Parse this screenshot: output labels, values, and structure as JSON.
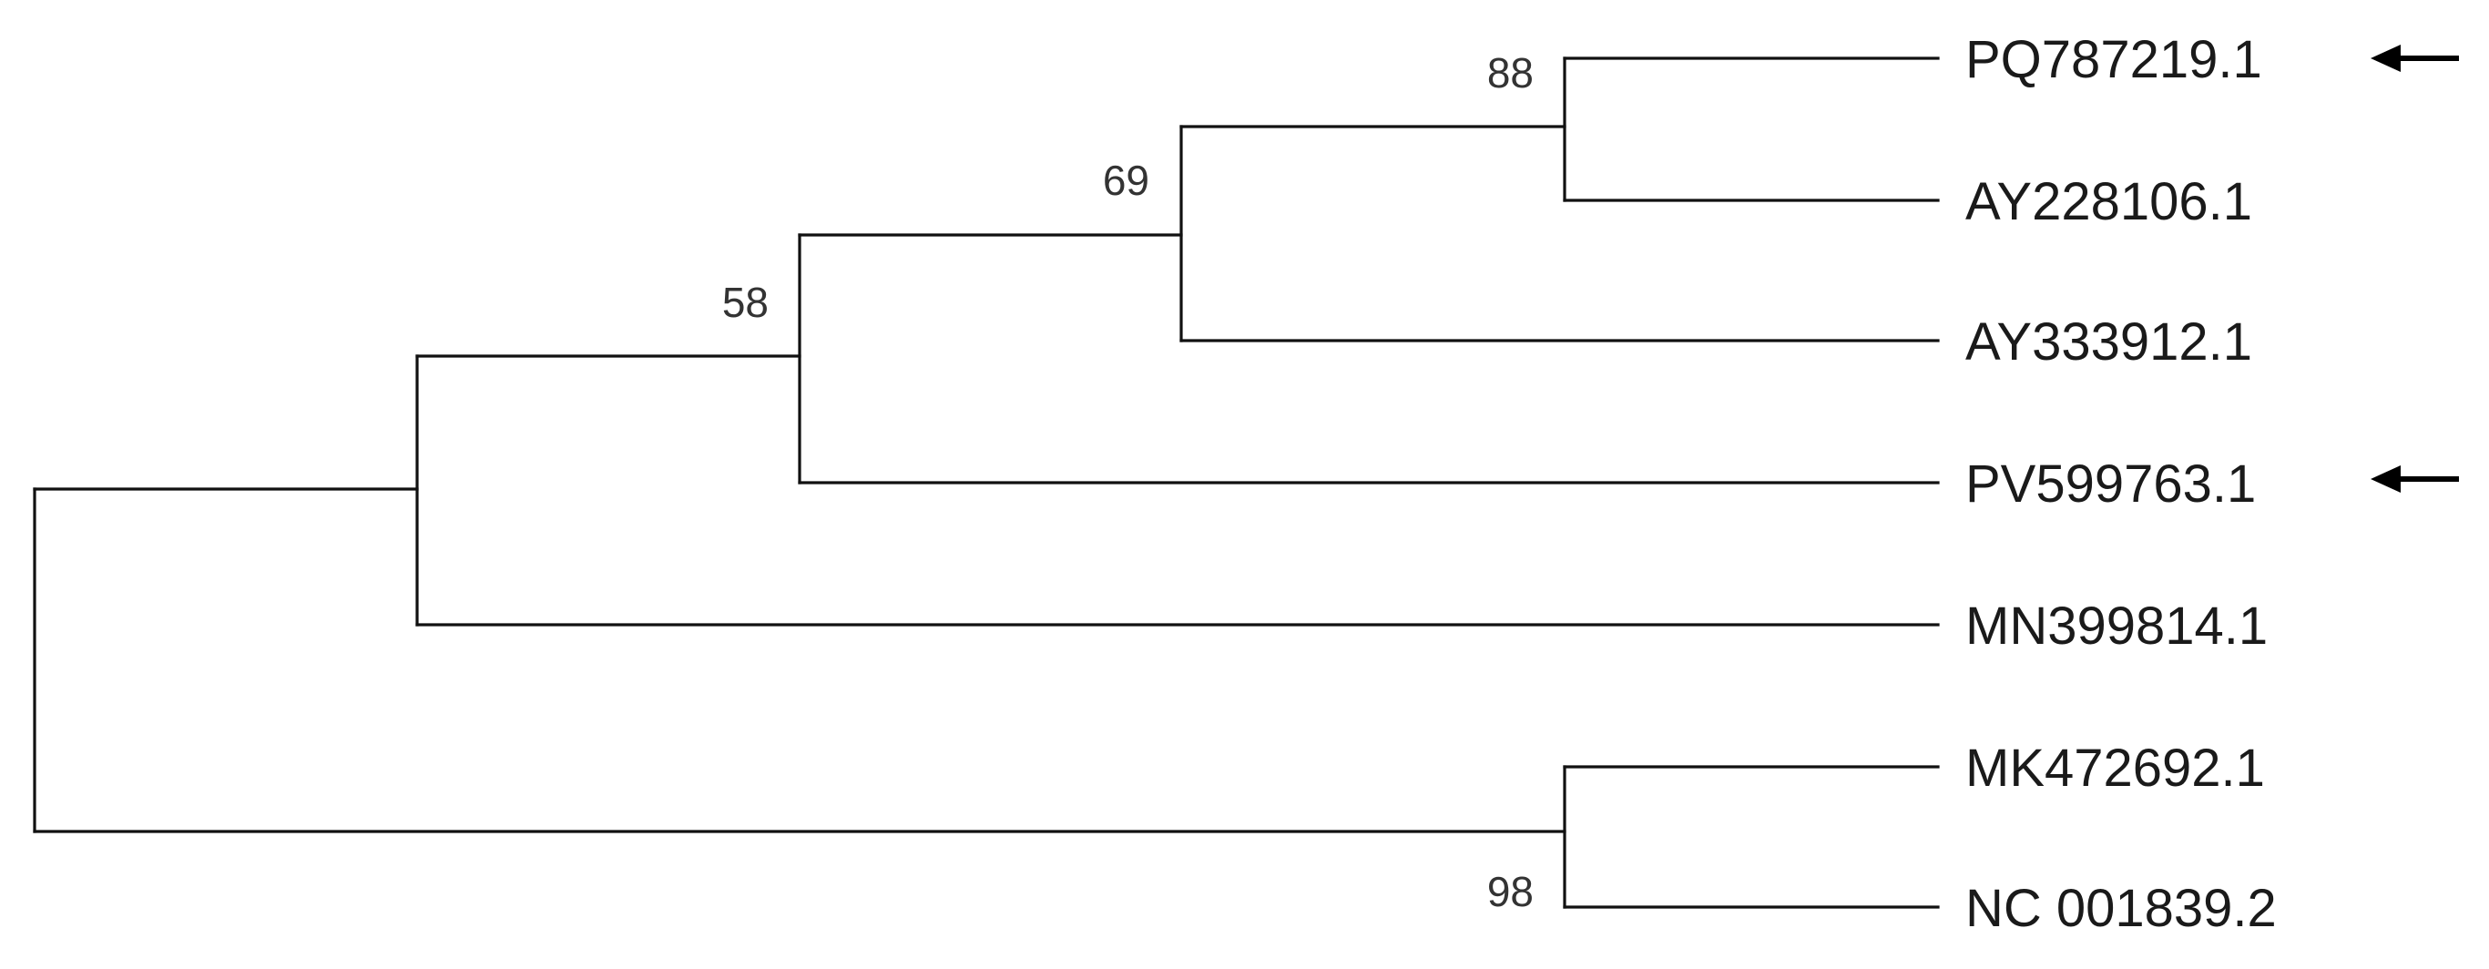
{
  "tree": {
    "taxa": [
      {
        "label": "PQ787219.1",
        "marked": true
      },
      {
        "label": "AY228106.1",
        "marked": false
      },
      {
        "label": "AY333912.1",
        "marked": false
      },
      {
        "label": "PV599763.1",
        "marked": true
      },
      {
        "label": "MN399814.1",
        "marked": false
      },
      {
        "label": "MK472692.1",
        "marked": false
      },
      {
        "label": "NC 001839.2",
        "marked": false
      }
    ],
    "bootstrap_values": [
      "88",
      "69",
      "58",
      "98"
    ]
  },
  "colors": {
    "line": "#111111",
    "text": "#1a1a1a",
    "arrow": "#000000"
  },
  "icons": {
    "marker": "arrow-left-icon"
  }
}
